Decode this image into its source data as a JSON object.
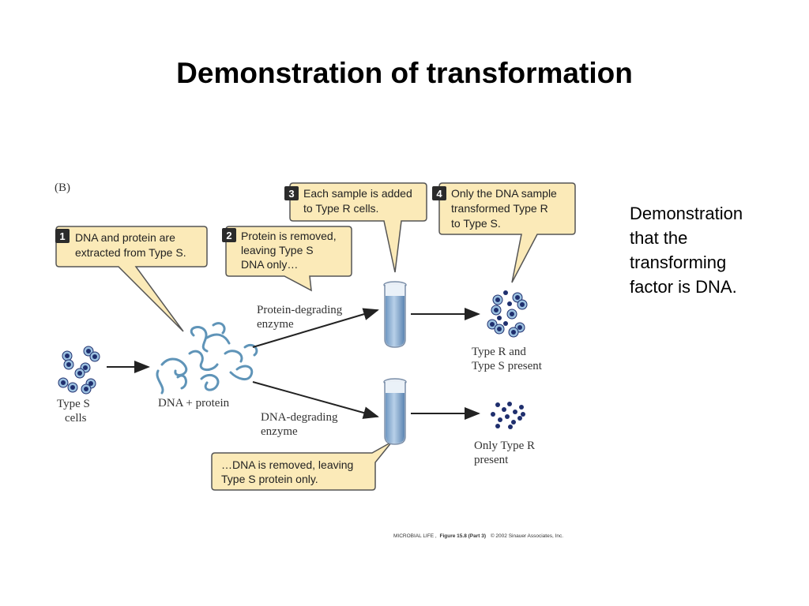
{
  "slide": {
    "title": "Demonstration of transformation",
    "side_text": [
      "Demonstration",
      "that the",
      "transforming",
      "factor is DNA."
    ]
  },
  "figure": {
    "panel_label": "(B)",
    "steps": [
      {
        "number": "1",
        "lines": [
          "DNA and protein are",
          "extracted from Type S."
        ]
      },
      {
        "number": "2",
        "lines": [
          "Protein is removed,",
          "leaving Type S",
          "DNA only…"
        ]
      },
      {
        "number": "3",
        "lines": [
          "Each sample is added",
          "to Type R cells."
        ]
      },
      {
        "number": "4",
        "lines": [
          "Only the DNA sample",
          "transformed Type R",
          "to Type S."
        ]
      }
    ],
    "bottom_callout": [
      "…DNA is removed, leaving",
      "Type S protein only."
    ],
    "labels": {
      "type_s_cells": [
        "Type S",
        "cells"
      ],
      "dna_protein": "DNA + protein",
      "protein_enzyme": [
        "Protein-degrading",
        "enzyme"
      ],
      "dna_enzyme": [
        "DNA-degrading",
        "enzyme"
      ],
      "result_top": [
        "Type R and",
        "Type S present"
      ],
      "result_bottom": [
        "Only Type R",
        "present"
      ]
    },
    "credit": {
      "source": "MICROBIAL LIFE ,",
      "figure": "Figure 15.8 (Part 3)",
      "copyright": "© 2002 Sinauer Associates, Inc."
    },
    "colors": {
      "callout_fill": "#fbeab8",
      "callout_stroke": "#555555",
      "step_badge": "#2b2b2b",
      "dna_strand": "#5f94b8",
      "cell_dark": "#1f2f6e",
      "cell_light": "#9cc1e0",
      "tube_liquid": "#8fb3d6",
      "arrow": "#222222"
    }
  }
}
